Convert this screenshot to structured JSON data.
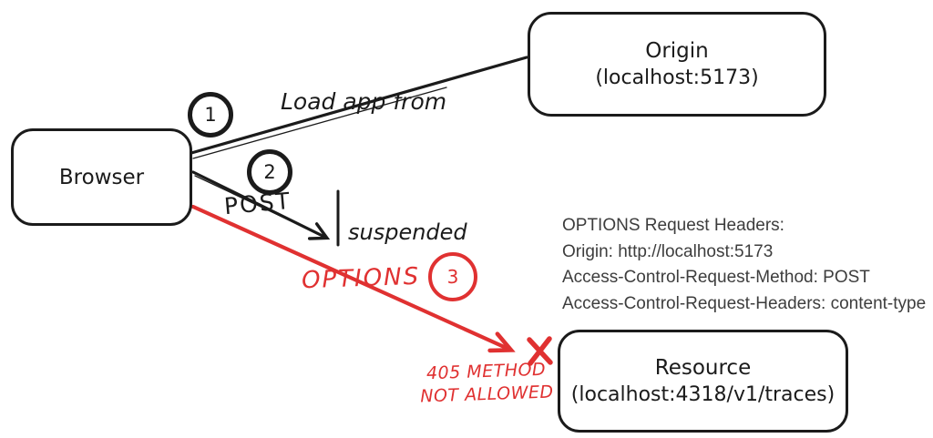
{
  "diagram": {
    "colors": {
      "ink": "#1b1b1b",
      "error_red": "#e03131",
      "note_text": "#3d3d3d"
    },
    "icons": {
      "blocked_x": "x-mark"
    },
    "nodes": {
      "browser": {
        "label": "Browser"
      },
      "origin": {
        "title": "Origin",
        "subtitle": "(localhost:5173)"
      },
      "resource": {
        "title": "Resource",
        "subtitle": "(localhost:4318/v1/traces)"
      }
    },
    "steps": [
      {
        "number": "1",
        "label": "Load app from"
      },
      {
        "number": "2",
        "label": "POST",
        "note": "suspended"
      },
      {
        "number": "3",
        "label": "OPTIONS",
        "error_line1": "405 METHOD",
        "error_line2": "NOT ALLOWED"
      }
    ],
    "headers_note": {
      "lines": [
        "OPTIONS Request Headers:",
        "Origin: http://localhost:5173",
        "Access-Control-Request-Method: POST",
        "Access-Control-Request-Headers: content-type"
      ]
    }
  }
}
